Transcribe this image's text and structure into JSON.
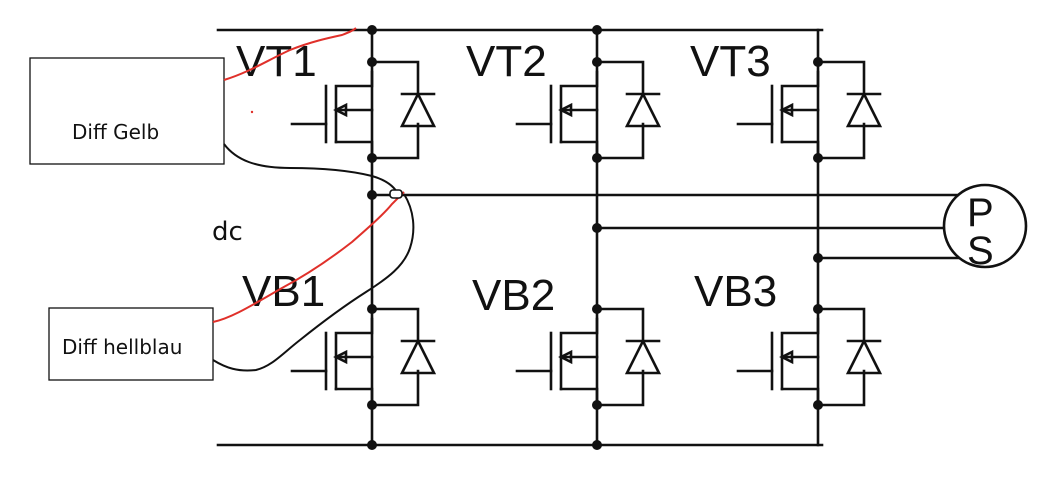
{
  "switches": {
    "top": [
      "VT1",
      "VT2",
      "VT3"
    ],
    "bottom": [
      "VB1",
      "VB2",
      "VB3"
    ]
  },
  "probes": {
    "yellow_box": "Diff Gelb",
    "lightblue_box": "Diff hellblau"
  },
  "dc_label": "dc",
  "motor_letters": [
    "P",
    "S"
  ],
  "colors": {
    "circuit": "#111111",
    "probe_red": "#e0302a",
    "probe_black": "#111111",
    "background": "#ffffff"
  }
}
